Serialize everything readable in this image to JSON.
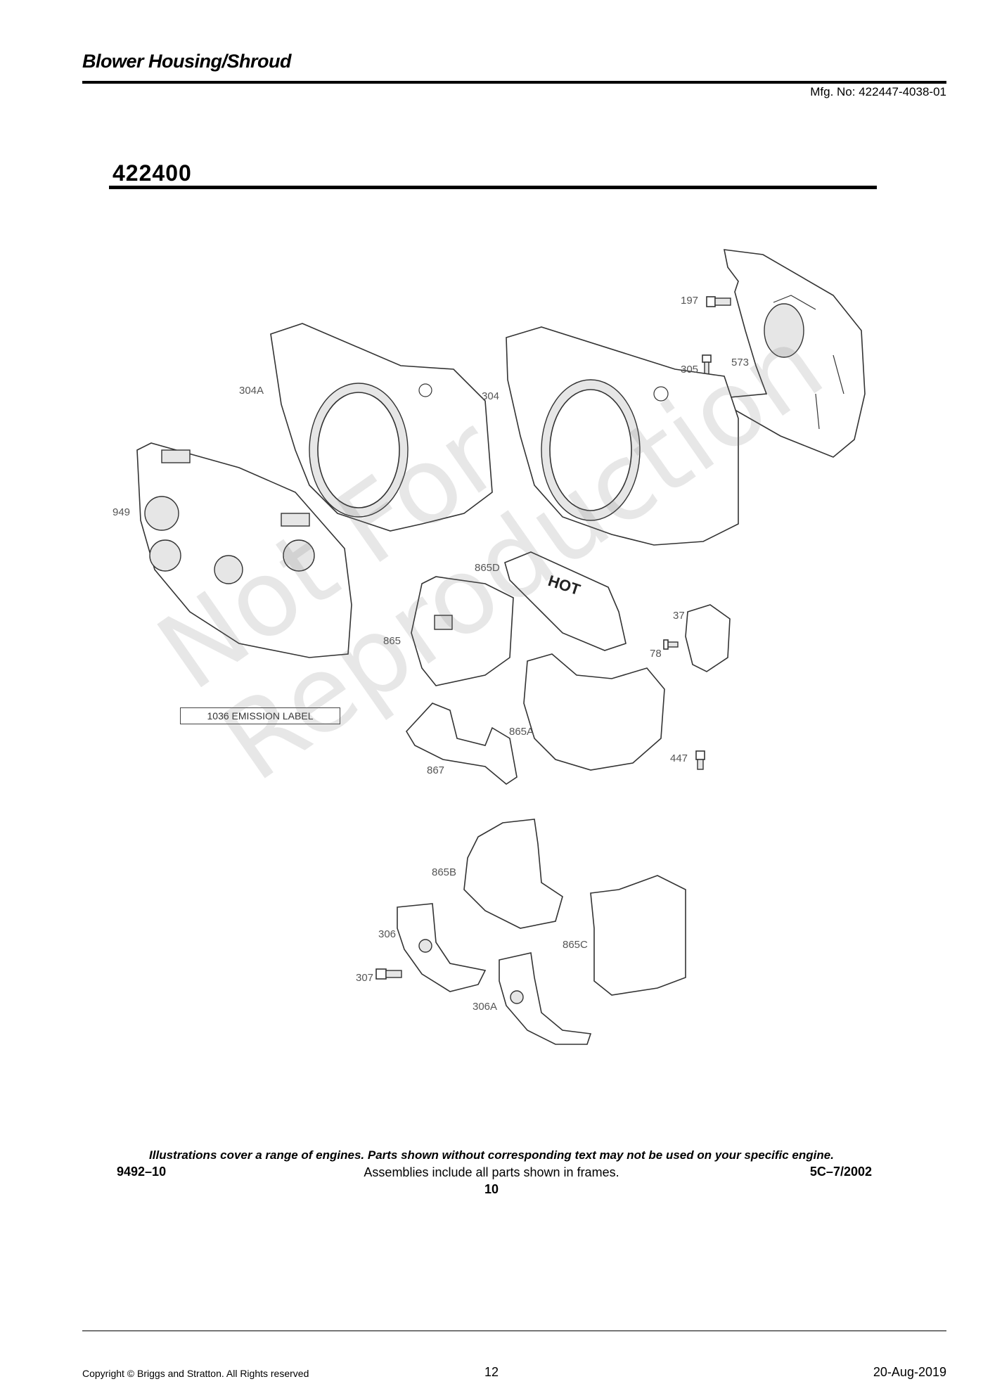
{
  "header": {
    "title": "Blower Housing/Shroud",
    "mfg_no": "Mfg. No: 422447-4038-01"
  },
  "section": {
    "number": "422400"
  },
  "diagram": {
    "callouts": [
      "197",
      "305",
      "573",
      "304A",
      "304",
      "949",
      "865D",
      "37",
      "78",
      "865",
      "865A",
      "447",
      "867",
      "865B",
      "306",
      "865C",
      "307",
      "306A"
    ],
    "emission_label": "1036 EMISSION LABEL",
    "stamped_text": "HOT",
    "watermark_lines": [
      "Not For",
      "Reproduction"
    ]
  },
  "notes": {
    "disclaimer": "Illustrations cover a range of engines. Parts shown without corresponding text may not be used on your specific engine.",
    "doc_code": "9492–10",
    "assemblies": "Assemblies include all parts shown in frames.",
    "date_code": "5C–7/2002",
    "inner_page": "10"
  },
  "footer": {
    "copyright": "Copyright ©  Briggs and Stratton. All Rights reserved",
    "page_number": "12",
    "date": "20-Aug-2019"
  }
}
